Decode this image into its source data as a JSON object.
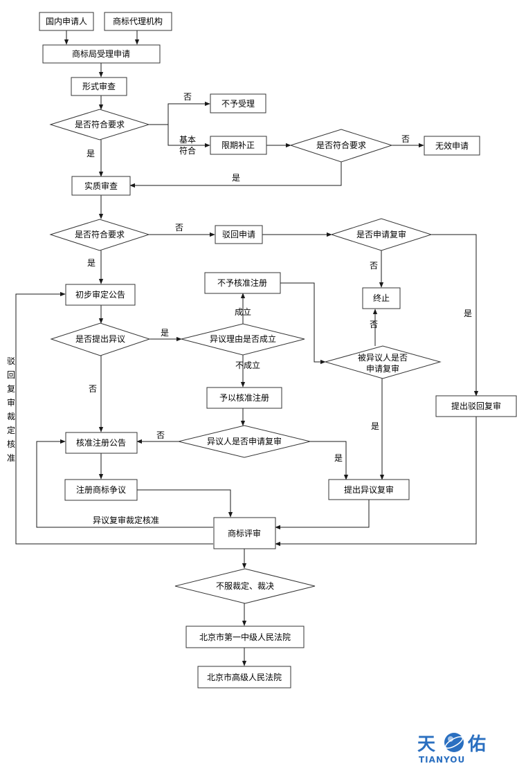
{
  "nodes": {
    "domestic_applicant": "国内申请人",
    "trademark_agency": "商标代理机构",
    "tmo_acceptance": "商标局受理申请",
    "formal_exam": "形式审查",
    "meets_req_1": "是否符合要求",
    "not_accepted": "不予受理",
    "deadline_correction": "限期补正",
    "meets_req_2": "是否符合要求",
    "invalid_application": "无效申请",
    "substantive_exam": "实质审查",
    "meets_req_3": "是否符合要求",
    "rejection": "驳回申请",
    "apply_review_q": "是否申请复审",
    "terminate": "终止",
    "prelim_announcement": "初步审定公告",
    "opposition_q": "是否提出异议",
    "opposition_grounds_q": "异议理由是否成立",
    "not_approved_reg": "不予核准注册",
    "opposed_party_review_q_1": "被异议人是否",
    "opposed_party_review_q_2": "申请复审",
    "approve_reg": "予以核准注册",
    "opponent_review_q": "异议人是否申请复审",
    "approval_announcement": "核准注册公告",
    "rejection_review": "提出驳回复审",
    "opposition_review": "提出异议复审",
    "reg_dispute": "注册商标争议",
    "tm_review_board": "商标评审",
    "disagree_ruling": "不服裁定、裁决",
    "beijing_first_court": "北京市第一中级人民法院",
    "beijing_high_court": "北京市高级人民法院"
  },
  "labels": {
    "no": "否",
    "yes": "是",
    "basic_1": "基本",
    "basic_2": "符合",
    "established": "成立",
    "not_established": "不成立",
    "opposition_ruling_approve": "异议复审裁定核准",
    "rejection_review_ruling_approve": "驳回复审裁定核准"
  },
  "logo": {
    "text_cn_left": "天",
    "text_cn_right": "佑",
    "text_en": "TIANYOU",
    "color": "#2a6fc0"
  }
}
